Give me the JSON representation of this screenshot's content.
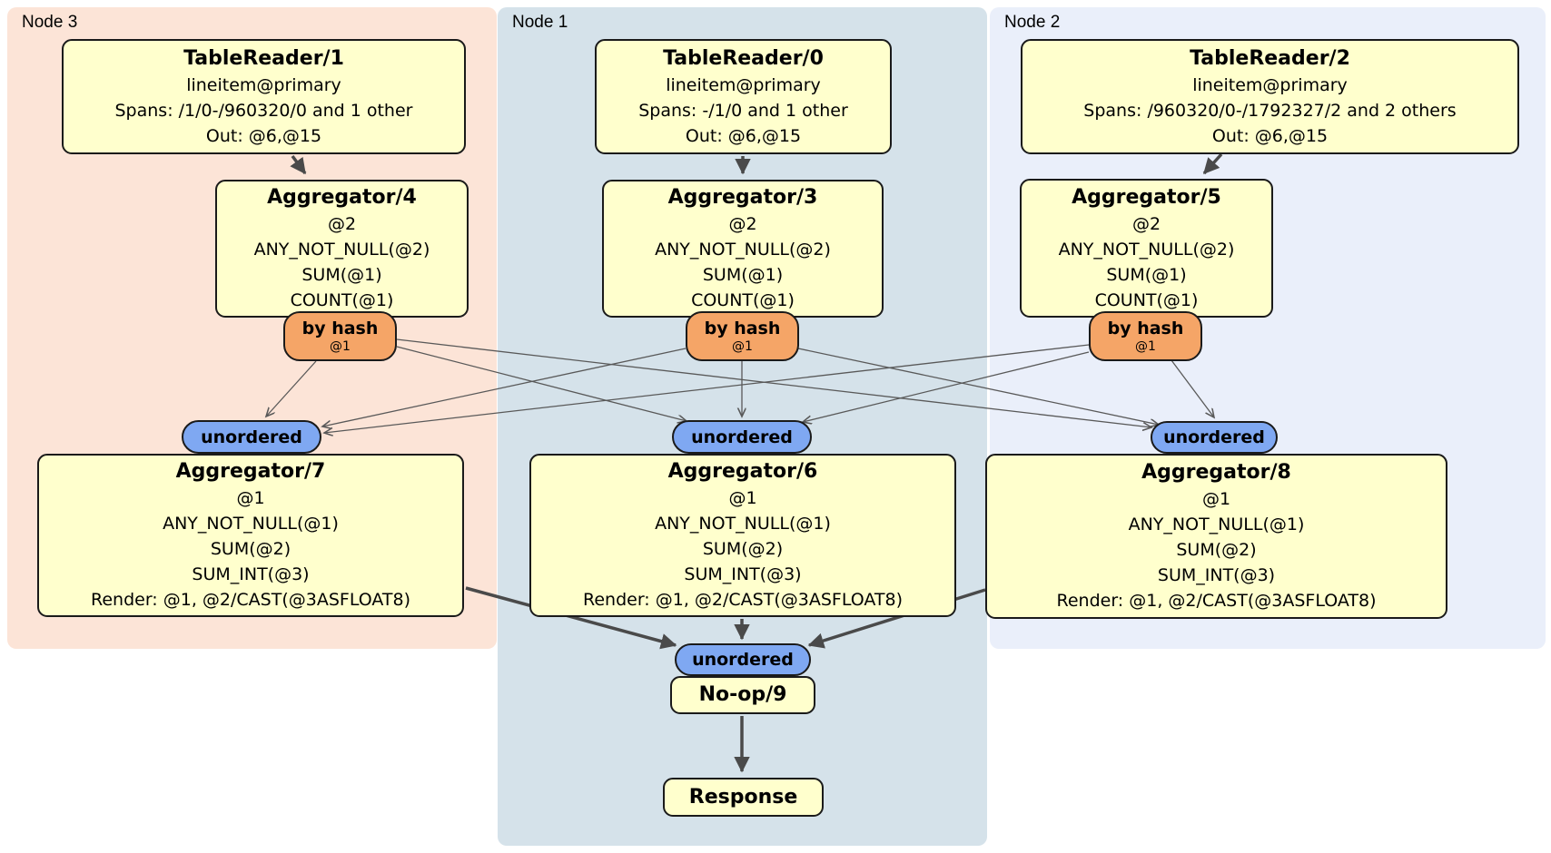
{
  "panels": {
    "node3": {
      "label": "Node 3"
    },
    "node1": {
      "label": "Node 1"
    },
    "node2": {
      "label": "Node 2"
    }
  },
  "nodes": {
    "tr1": {
      "title": "TableReader/1",
      "lines": [
        "lineitem@primary",
        "Spans: /1/0-/960320/0 and 1 other",
        "Out: @6,@15"
      ]
    },
    "tr0": {
      "title": "TableReader/0",
      "lines": [
        "lineitem@primary",
        "Spans: -/1/0 and 1 other",
        "Out: @6,@15"
      ]
    },
    "tr2": {
      "title": "TableReader/2",
      "lines": [
        "lineitem@primary",
        "Spans: /960320/0-/1792327/2 and 2 others",
        "Out: @6,@15"
      ]
    },
    "agg4": {
      "title": "Aggregator/4",
      "lines": [
        "@2",
        "ANY_NOT_NULL(@2)",
        "SUM(@1)",
        "COUNT(@1)"
      ]
    },
    "agg3": {
      "title": "Aggregator/3",
      "lines": [
        "@2",
        "ANY_NOT_NULL(@2)",
        "SUM(@1)",
        "COUNT(@1)"
      ]
    },
    "agg5": {
      "title": "Aggregator/5",
      "lines": [
        "@2",
        "ANY_NOT_NULL(@2)",
        "SUM(@1)",
        "COUNT(@1)"
      ]
    },
    "agg7": {
      "title": "Aggregator/7",
      "lines": [
        "@1",
        "ANY_NOT_NULL(@1)",
        "SUM(@2)",
        "SUM_INT(@3)",
        "Render: @1, @2/CAST(@3ASFLOAT8)"
      ]
    },
    "agg6": {
      "title": "Aggregator/6",
      "lines": [
        "@1",
        "ANY_NOT_NULL(@1)",
        "SUM(@2)",
        "SUM_INT(@3)",
        "Render: @1, @2/CAST(@3ASFLOAT8)"
      ]
    },
    "agg8": {
      "title": "Aggregator/8",
      "lines": [
        "@1",
        "ANY_NOT_NULL(@1)",
        "SUM(@2)",
        "SUM_INT(@3)",
        "Render: @1, @2/CAST(@3ASFLOAT8)"
      ]
    },
    "noop": {
      "title": "No-op/9"
    },
    "response": {
      "title": "Response"
    }
  },
  "routers": {
    "byhash3": {
      "label": "by hash",
      "sub": "@1"
    },
    "byhash1": {
      "label": "by hash",
      "sub": "@1"
    },
    "byhash2": {
      "label": "by hash",
      "sub": "@1"
    }
  },
  "streams": {
    "u3": {
      "label": "unordered"
    },
    "u1": {
      "label": "unordered"
    },
    "u2": {
      "label": "unordered"
    },
    "ufinal": {
      "label": "unordered"
    }
  },
  "colors": {
    "panel_node3": "#fce4d7",
    "panel_node1": "#d5e2ea",
    "panel_node2": "#eaeffa",
    "processor_box": "#ffffcd",
    "byhash_oval": "#f5a567",
    "unordered_oval": "#7fa8f2",
    "edge_thin": "#595959",
    "edge_thick": "#4a4a4a",
    "border": "#1a1a1a"
  }
}
